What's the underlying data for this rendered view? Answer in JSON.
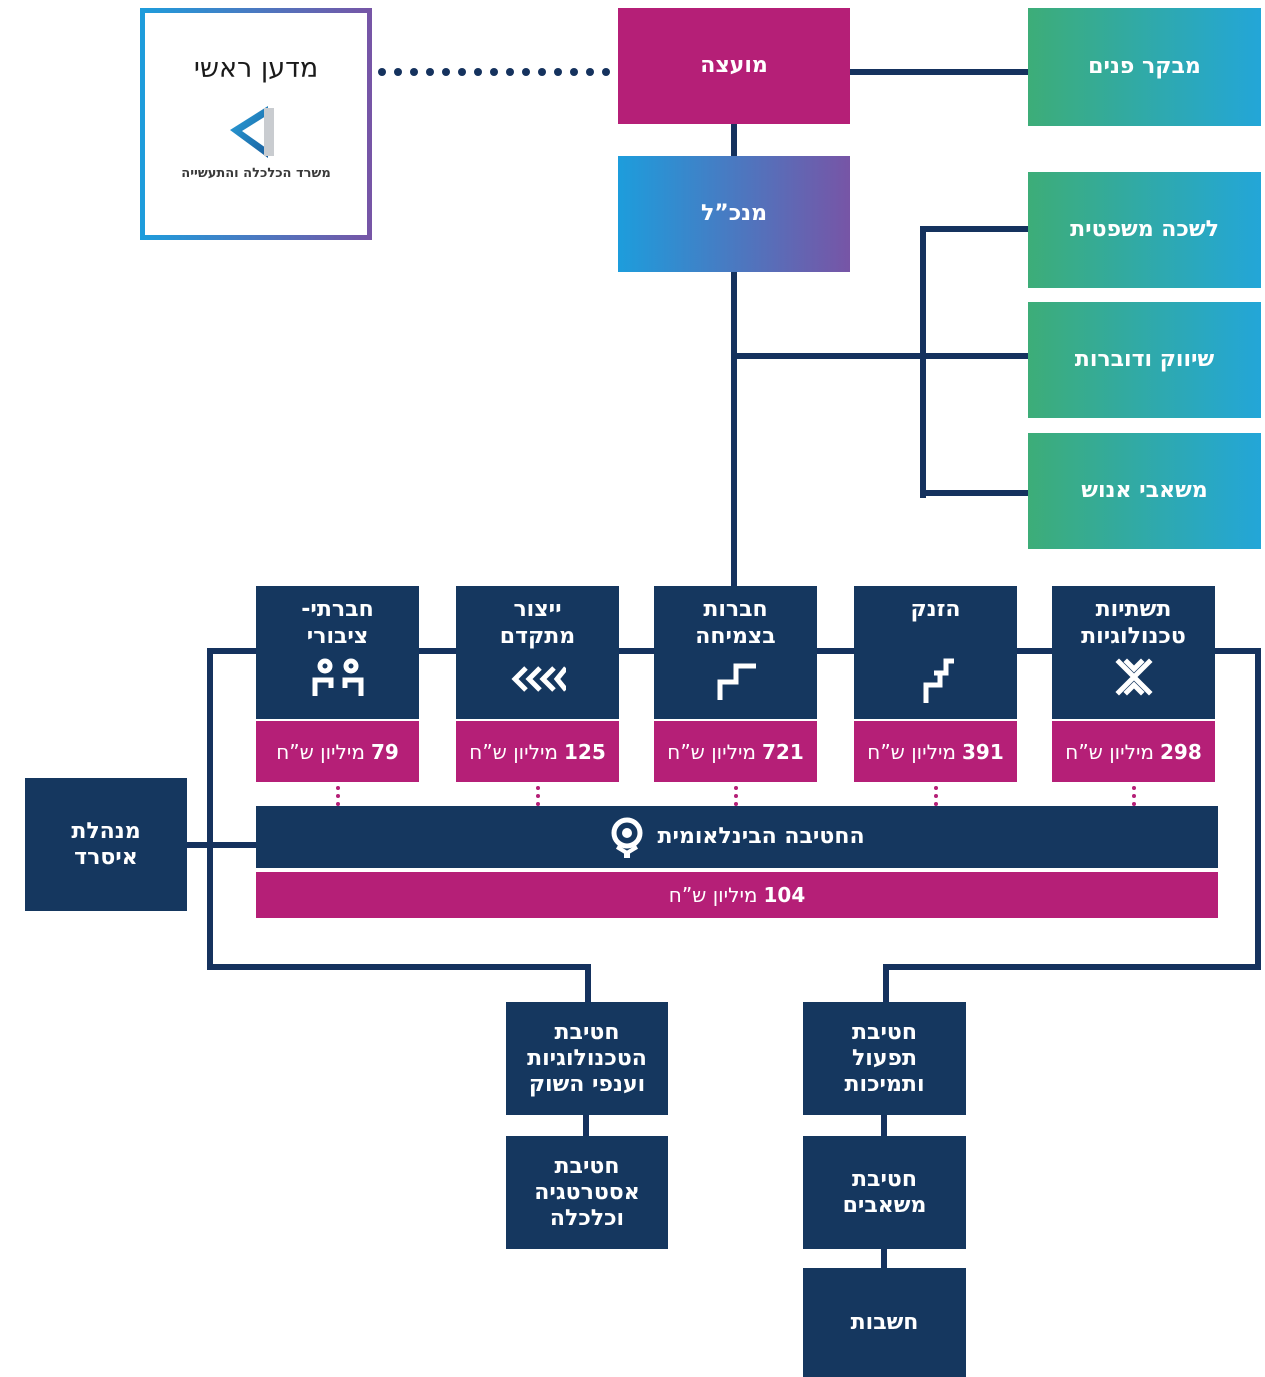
{
  "chief_scientist": {
    "title": "מדען ראשי",
    "ministry": "משרד הכלכלה והתעשייה"
  },
  "council": "מועצה",
  "internal_auditor": "מבקר פנים",
  "ceo": "מנכ”ל",
  "staff_units": [
    "לשכה משפטית",
    "שיווק ודוברות",
    "משאבי אנוש"
  ],
  "divisions": [
    {
      "title": "תשתיות טכנולוגיות",
      "icon": "x-cross-icon",
      "amount": "298",
      "unit": "מיליון ש”ח"
    },
    {
      "title": "הזנק",
      "icon": "takeoff-steps-icon",
      "amount": "391",
      "unit": "מיליון ש”ח"
    },
    {
      "title": "חברות בצמיחה",
      "icon": "growth-step-icon",
      "amount": "721",
      "unit": "מיליון ש”ח"
    },
    {
      "title": "ייצור מתקדם",
      "icon": "chevrons-icon",
      "amount": "125",
      "unit": "מיליון ש”ח"
    },
    {
      "title": "חברתי- ציבורי",
      "icon": "people-icon",
      "amount": "79",
      "unit": "מיליון ש”ח"
    }
  ],
  "international": {
    "title": "החטיבה הבינלאומית",
    "icon": "globe-icon",
    "amount": "104",
    "unit": "מיליון ש”ח"
  },
  "eisered": "מנהלת איסרד",
  "support_left": [
    "חטיבת הטכנולוגיות וענפי השוק",
    "חטיבת אסטרטגיה וכלכלה"
  ],
  "support_right": [
    "חטיבת תפעול ותמיכות",
    "חטיבת משאבים",
    "חשבות"
  ],
  "colors": {
    "navy": "#15375f",
    "magenta": "#b51f77",
    "green": "#3dad78",
    "blue": "#23a6d8",
    "purple": "#7755a6"
  }
}
